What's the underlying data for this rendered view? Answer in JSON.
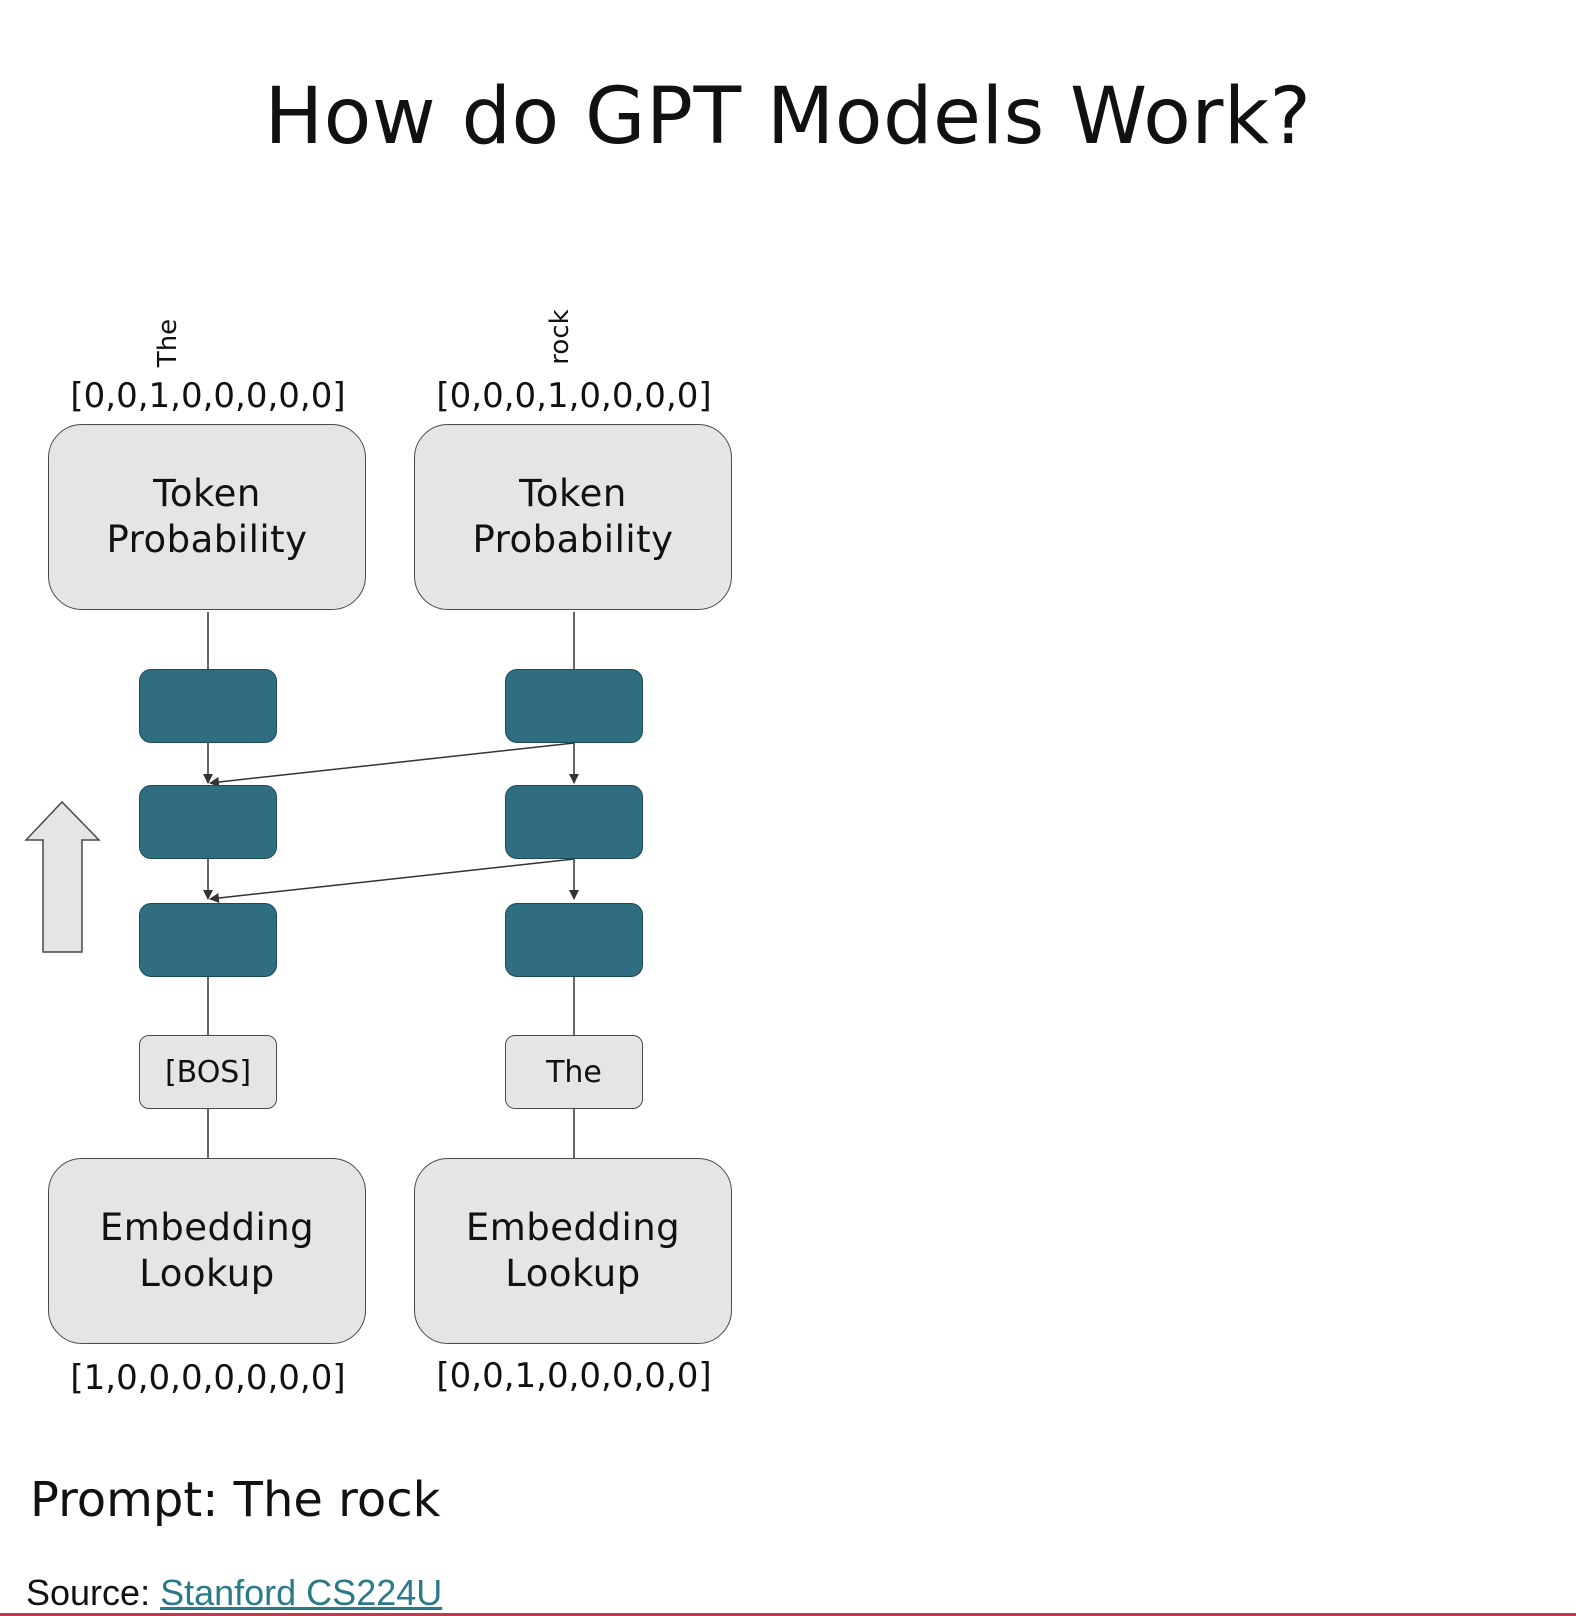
{
  "title": "How do GPT Models Work?",
  "columns": [
    {
      "output_token": "The",
      "output_vector": "[0,0,1,0,0,0,0,0]",
      "top_box": [
        "Token",
        "Probability"
      ],
      "input_token": "[BOS]",
      "bottom_box": [
        "Embedding",
        "Lookup"
      ],
      "input_vector": "[1,0,0,0,0,0,0,0]"
    },
    {
      "output_token": "rock",
      "output_vector": "[0,0,0,1,0,0,0,0]",
      "top_box": [
        "Token",
        "Probability"
      ],
      "input_token": "The",
      "bottom_box": [
        "Embedding",
        "Lookup"
      ],
      "input_vector": "[0,0,1,0,0,0,0,0]"
    }
  ],
  "prompt": "Prompt: The rock",
  "source": {
    "label": "Source:",
    "link_text": "Stanford CS224U"
  },
  "colors": {
    "layer_block": "#2f6e80",
    "box_fill": "#e5e5e5",
    "link": "#2a7a8a",
    "bottom_rule": "#c0394e"
  }
}
